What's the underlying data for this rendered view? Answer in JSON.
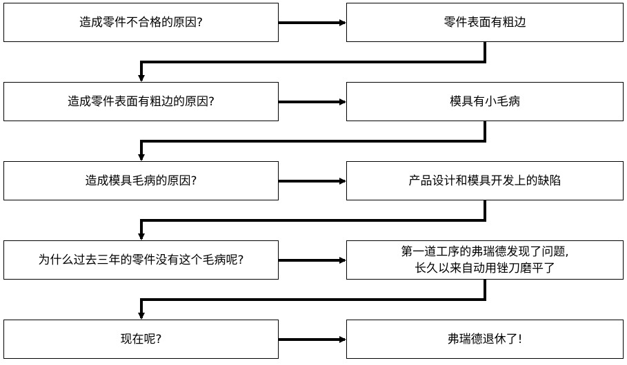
{
  "rows": [
    {
      "question": "造成零件不合格的原因?",
      "answer": "零件表面有粗边"
    },
    {
      "question": "造成零件表面有粗边的原因?",
      "answer": "模具有小毛病"
    },
    {
      "question": "造成模具毛病的原因?",
      "answer": "产品设计和模具开发上的缺陷"
    },
    {
      "question": "为什么过去三年的零件没有这个毛病呢?",
      "answer_line1": "第一道工序的弗瑞德发现了问题,",
      "answer_line2": "长久以来自动用锉刀磨平了"
    },
    {
      "question": "现在呢?",
      "answer": "弗瑞德退休了!"
    }
  ],
  "colors": {
    "line": "#000000",
    "box_border": "#000000",
    "background": "#ffffff"
  }
}
